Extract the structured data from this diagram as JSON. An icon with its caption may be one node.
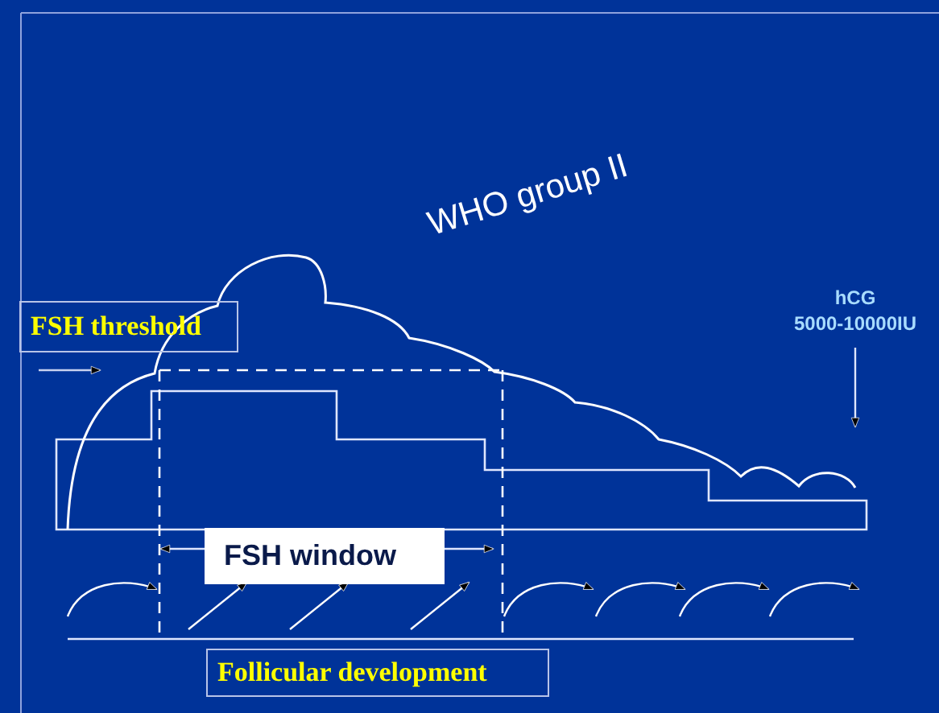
{
  "diagram": {
    "title": "WHO group II",
    "nodes": [
      {
        "text": [
          "FSH threshold"
        ]
      },
      {
        "text": [
          "hCG",
          "5000-10000IU"
        ]
      },
      {
        "text": [
          "FSH window"
        ]
      },
      {
        "text": [
          "Follicular development"
        ]
      }
    ],
    "edges": [
      {
        "from": 1,
        "to": null,
        "arrow": "to"
      },
      {
        "from": 2,
        "to": null,
        "arrow": "to"
      },
      {
        "from": 2,
        "to": null,
        "arrow": "to"
      }
    ]
  }
}
